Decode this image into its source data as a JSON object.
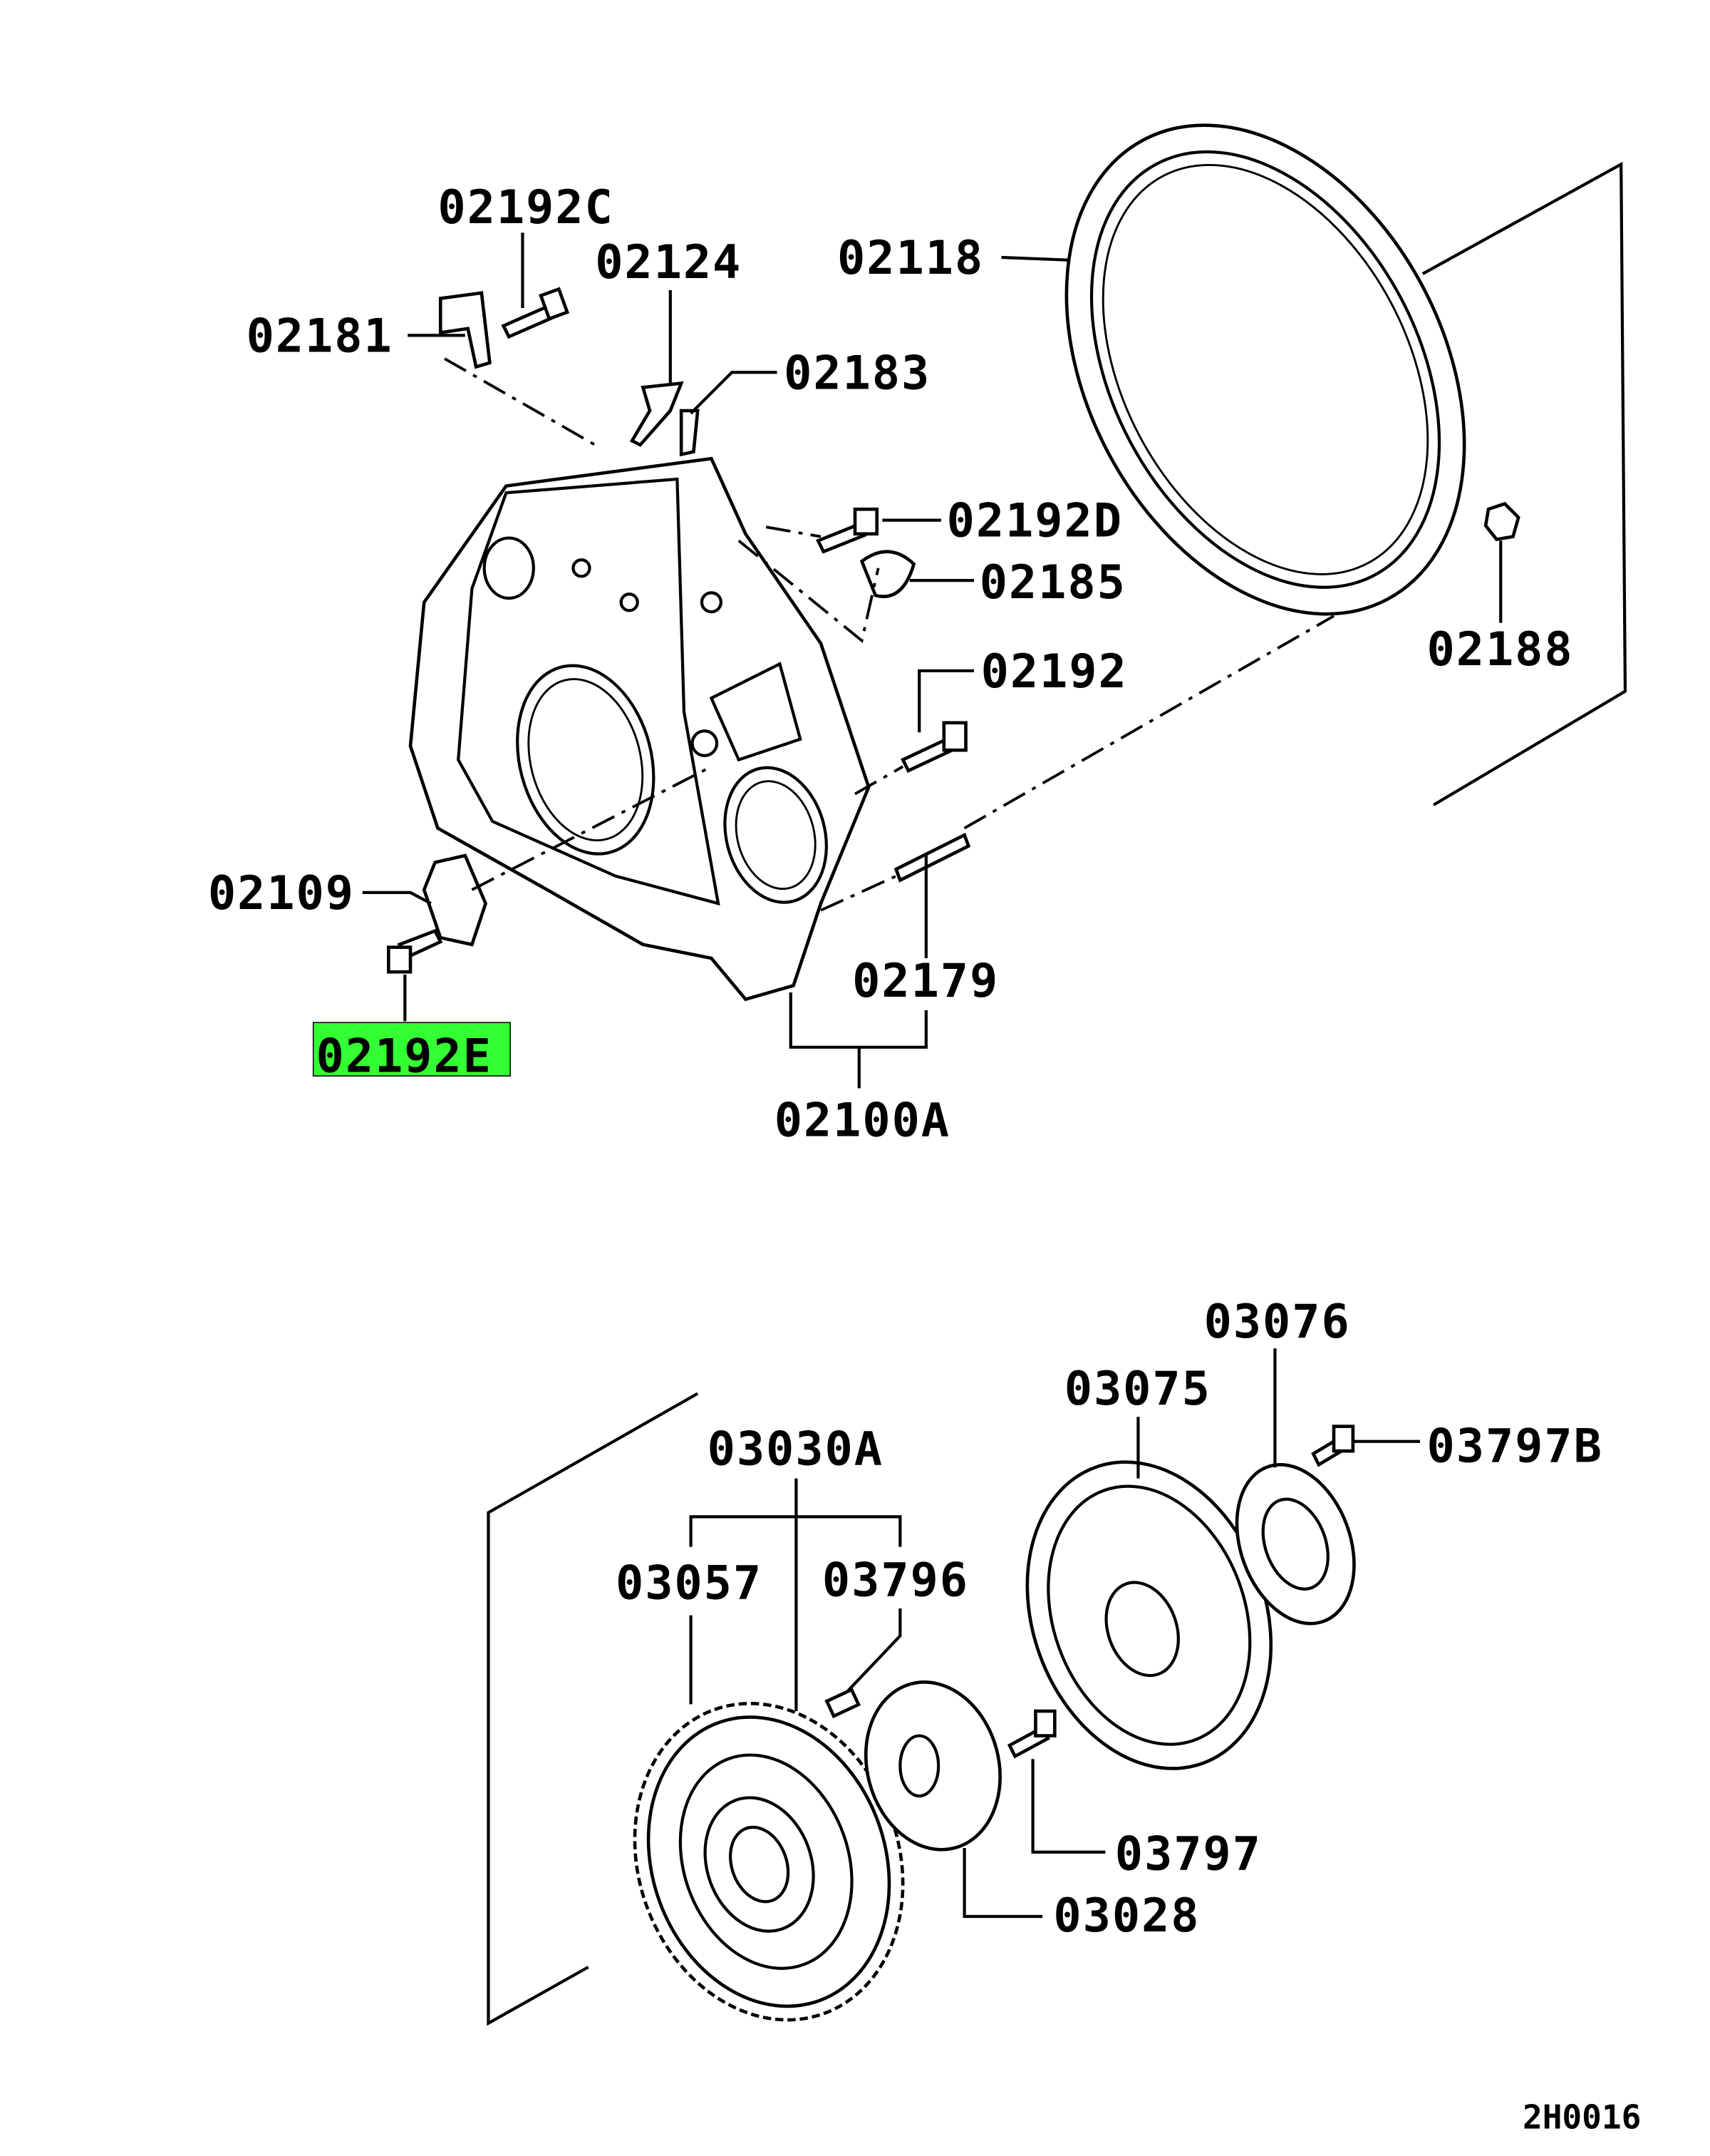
{
  "diagram_code": "2H0016",
  "highlight_color": "#33ff33",
  "callouts": [
    {
      "label": "02192C"
    },
    {
      "label": "02124"
    },
    {
      "label": "02118"
    },
    {
      "label": "02181"
    },
    {
      "label": "02183"
    },
    {
      "label": "02192D"
    },
    {
      "label": "02185"
    },
    {
      "label": "02188"
    },
    {
      "label": "02192"
    },
    {
      "label": "02109"
    },
    {
      "label": "02179"
    },
    {
      "label": "02192E",
      "highlighted": true
    },
    {
      "label": "02100A"
    },
    {
      "label": "03076"
    },
    {
      "label": "03075"
    },
    {
      "label": "03797B"
    },
    {
      "label": "03030A"
    },
    {
      "label": "03057"
    },
    {
      "label": "03796"
    },
    {
      "label": "03797"
    },
    {
      "label": "03028"
    }
  ]
}
